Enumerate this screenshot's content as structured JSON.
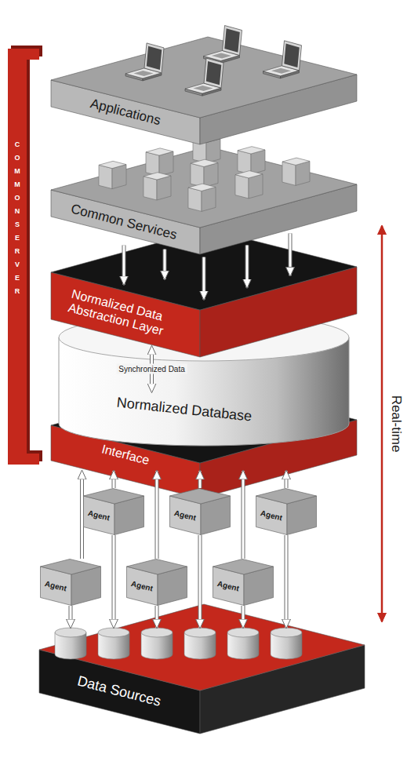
{
  "diagram": {
    "nodes": [
      {
        "text": [
          "Applications"
        ]
      },
      {
        "text": [
          "Common Services"
        ]
      },
      {
        "text": [
          "Normalized Data Abstraction Layer"
        ]
      },
      {
        "text": [
          "Normalized Database"
        ]
      },
      {
        "text": [
          "Interface"
        ]
      },
      {
        "text": [
          "Agent"
        ]
      },
      {
        "text": [
          "Agent"
        ]
      },
      {
        "text": [
          "Agent"
        ]
      },
      {
        "text": [
          "Agent"
        ]
      },
      {
        "text": [
          "Agent"
        ]
      },
      {
        "text": [
          "Agent"
        ]
      },
      {
        "text": [
          "Data Sources"
        ]
      }
    ],
    "edges": [
      {
        "from": 1,
        "to": 2,
        "arrow": "to"
      },
      {
        "from": 2,
        "to": 3,
        "label": "Synchronized Data",
        "arrow": "both"
      },
      {
        "from": 5,
        "to": 4,
        "arrow": "to"
      },
      {
        "from": 6,
        "to": 4,
        "arrow": "to"
      },
      {
        "from": 7,
        "to": 4,
        "arrow": "to"
      },
      {
        "from": 8,
        "to": 4,
        "arrow": "to"
      },
      {
        "from": 9,
        "to": 4,
        "arrow": "to"
      },
      {
        "from": 10,
        "to": 4,
        "arrow": "to"
      },
      {
        "from": 5,
        "to": 11,
        "arrow": "to"
      },
      {
        "from": 6,
        "to": 11,
        "arrow": "to"
      },
      {
        "from": 7,
        "to": 11,
        "arrow": "to"
      },
      {
        "from": 8,
        "to": 11,
        "arrow": "to"
      },
      {
        "from": 9,
        "to": 11,
        "arrow": "to"
      },
      {
        "from": 10,
        "to": 11,
        "arrow": "to"
      }
    ],
    "labels": [
      "COMMON SERVER",
      "Real-time"
    ]
  }
}
